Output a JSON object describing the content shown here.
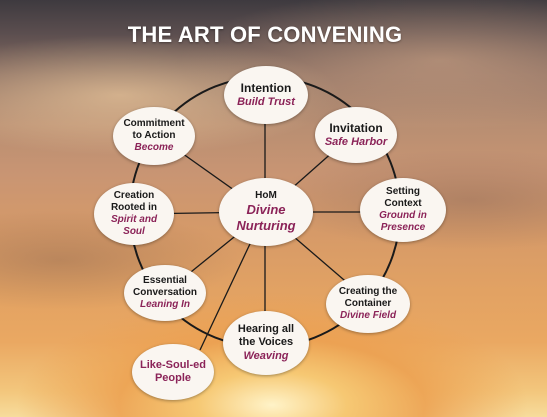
{
  "title": "THE ART OF CONVENING",
  "center": {
    "line1": "HoM",
    "line2": "Divine\nNurturing"
  },
  "nodes": {
    "intention": {
      "label": "Intention",
      "sub": "Build Trust"
    },
    "invitation": {
      "label": "Invitation",
      "sub": "Safe Harbor"
    },
    "setting_context": {
      "label": "Setting\nContext",
      "sub": "Ground in\nPresence"
    },
    "creating_container": {
      "label": "Creating the\nContainer",
      "sub": "Divine Field"
    },
    "hearing_voices": {
      "label": "Hearing all\nthe Voices",
      "sub": "Weaving"
    },
    "like_souled": {
      "label": "Like-Soul-ed\nPeople",
      "sub": ""
    },
    "essential_conversation": {
      "label": "Essential\nConversation",
      "sub": "Leaning In"
    },
    "creation_rooted": {
      "label": "Creation\nRooted in",
      "sub": "Spirit and\nSoul"
    },
    "commitment": {
      "label": "Commitment\nto Action",
      "sub": "Become"
    }
  },
  "colors": {
    "accent": "#8b2358",
    "node_fill": "#faf6f1",
    "line": "#1a1a1a"
  }
}
